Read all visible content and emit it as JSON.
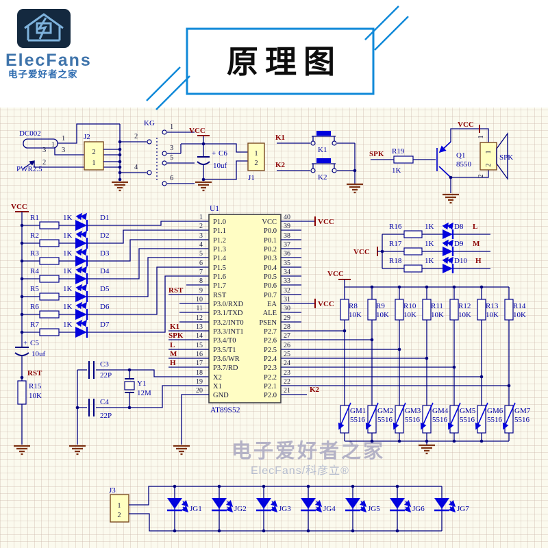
{
  "colors": {
    "wire": "#000080",
    "net_label": "#8B0000",
    "component_text": "#0000A8",
    "led_blue": "#0202dd",
    "part_fill": "#FFFFC0",
    "ground": "#7d3212",
    "banner_blue": "#1089d8"
  },
  "header": {
    "logo": {
      "brand": "ElecFans",
      "subtitle": "电子爱好者之家"
    },
    "banner": {
      "title": "原理图"
    }
  },
  "watermark": {
    "line1": "电子爱好者之家",
    "line2": "ElecFans/科彦立®"
  },
  "power": {
    "jack": {
      "ref": "DC002",
      "type_label": "PWR2.5",
      "inner_pin": "1",
      "wire_pins": [
        "1",
        "3"
      ],
      "contact_pins": [
        "3",
        "2"
      ]
    },
    "j2": {
      "ref": "J2",
      "pins": [
        "2",
        "1"
      ]
    },
    "kg": {
      "ref": "KG",
      "left_pins": [
        "2",
        "4"
      ],
      "right_pins": [
        "1",
        "3",
        "5",
        "6"
      ]
    },
    "vcc_label": "VCC",
    "c6": {
      "plus": "+",
      "ref": "C6",
      "value": "10uf"
    },
    "j1": {
      "ref": "J1",
      "pins": [
        "1",
        "2"
      ]
    }
  },
  "keys": {
    "k1": {
      "net": "K1",
      "ref": "K1"
    },
    "k2": {
      "net": "K2",
      "ref": "K2"
    }
  },
  "driver": {
    "spk_net": "SPK",
    "r19": {
      "ref": "R19",
      "value": "1K"
    },
    "q1": {
      "ref": "Q1",
      "value": "8550"
    },
    "vcc_label": "VCC",
    "speaker": {
      "ref": "SPK",
      "pins": [
        "1",
        "2"
      ]
    }
  },
  "led_bar": {
    "vcc_label": "VCC",
    "rows": [
      {
        "r": "R1",
        "v": "1K",
        "d": "D1"
      },
      {
        "r": "R2",
        "v": "1K",
        "d": "D2"
      },
      {
        "r": "R3",
        "v": "1K",
        "d": "D3"
      },
      {
        "r": "R4",
        "v": "1K",
        "d": "D4"
      },
      {
        "r": "R5",
        "v": "1K",
        "d": "D5"
      },
      {
        "r": "R6",
        "v": "1K",
        "d": "D6"
      },
      {
        "r": "R7",
        "v": "1K",
        "d": "D7"
      }
    ]
  },
  "reset": {
    "c5": {
      "plus": "+",
      "ref": "C5",
      "value": "10uf"
    },
    "net": "RST",
    "r15": {
      "ref": "R15",
      "value": "10K"
    }
  },
  "osc": {
    "c3": {
      "ref": "C3",
      "value": "22P"
    },
    "c4": {
      "ref": "C4",
      "value": "22P"
    },
    "y1": {
      "ref": "Y1",
      "value": "12M"
    }
  },
  "mcu": {
    "ref": "U1",
    "part": "AT89S52",
    "net_labels": {
      "rst": "RST",
      "k1": "K1",
      "spk": "SPK",
      "l": "L",
      "m": "M",
      "h": "H",
      "k2": "K2",
      "vcc": "VCC"
    },
    "left_pins": [
      {
        "n": "1",
        "label": "P1.0"
      },
      {
        "n": "2",
        "label": "P1.1"
      },
      {
        "n": "3",
        "label": "P1.2"
      },
      {
        "n": "4",
        "label": "P1.3"
      },
      {
        "n": "5",
        "label": "P1.4"
      },
      {
        "n": "6",
        "label": "P1.5"
      },
      {
        "n": "7",
        "label": "P1.6"
      },
      {
        "n": "8",
        "label": "P1.7"
      },
      {
        "n": "9",
        "label": "RST"
      },
      {
        "n": "10",
        "label": "P3.0/RXD"
      },
      {
        "n": "11",
        "label": "P3.1/TXD"
      },
      {
        "n": "12",
        "label": "P3.2/INT0"
      },
      {
        "n": "13",
        "label": "P3.3/INT1"
      },
      {
        "n": "14",
        "label": "P3.4/T0"
      },
      {
        "n": "15",
        "label": "P3.5/T1"
      },
      {
        "n": "16",
        "label": "P3.6/WR"
      },
      {
        "n": "17",
        "label": "P3.7/RD"
      },
      {
        "n": "18",
        "label": "X2"
      },
      {
        "n": "19",
        "label": "X1"
      },
      {
        "n": "20",
        "label": "GND"
      }
    ],
    "right_pins": [
      {
        "n": "40",
        "label": "VCC"
      },
      {
        "n": "39",
        "label": "P0.0"
      },
      {
        "n": "38",
        "label": "P0.1"
      },
      {
        "n": "37",
        "label": "P0.2"
      },
      {
        "n": "36",
        "label": "P0.3"
      },
      {
        "n": "35",
        "label": "P0.4"
      },
      {
        "n": "34",
        "label": "P0.5"
      },
      {
        "n": "33",
        "label": "P0.6"
      },
      {
        "n": "32",
        "label": "P0.7"
      },
      {
        "n": "31",
        "label": "EA"
      },
      {
        "n": "30",
        "label": "ALE"
      },
      {
        "n": "29",
        "label": "PSEN"
      },
      {
        "n": "28",
        "label": "P2.7"
      },
      {
        "n": "27",
        "label": "P2.6"
      },
      {
        "n": "26",
        "label": "P2.5"
      },
      {
        "n": "25",
        "label": "P2.4"
      },
      {
        "n": "24",
        "label": "P2.3"
      },
      {
        "n": "23",
        "label": "P2.2"
      },
      {
        "n": "22",
        "label": "P2.1"
      },
      {
        "n": "21",
        "label": "P2.0"
      }
    ]
  },
  "pullups": {
    "vcc_label": "VCC",
    "rows": [
      {
        "r": "R8",
        "v": "10K"
      },
      {
        "r": "R9",
        "v": "10K"
      },
      {
        "r": "R10",
        "v": "10K"
      },
      {
        "r": "R11",
        "v": "10K"
      },
      {
        "r": "R12",
        "v": "10K"
      },
      {
        "r": "R13",
        "v": "10K"
      },
      {
        "r": "R14",
        "v": "10K"
      }
    ]
  },
  "ldrs": [
    {
      "r": "GM1",
      "v": "5516"
    },
    {
      "r": "GM2",
      "v": "5516"
    },
    {
      "r": "GM3",
      "v": "5516"
    },
    {
      "r": "GM4",
      "v": "5516"
    },
    {
      "r": "GM5",
      "v": "5516"
    },
    {
      "r": "GM6",
      "v": "5516"
    },
    {
      "r": "GM7",
      "v": "5516"
    }
  ],
  "indicator_leds": {
    "vcc_label": "VCC",
    "rows": [
      {
        "r": "R16",
        "v": "1K",
        "d": "D8",
        "net": "L"
      },
      {
        "r": "R17",
        "v": "1K",
        "d": "D9",
        "net": "M"
      },
      {
        "r": "R18",
        "v": "1K",
        "d": "D10",
        "net": "H"
      }
    ]
  },
  "strip": {
    "j3": {
      "ref": "J3",
      "pins": [
        "1",
        "2"
      ]
    },
    "leds": [
      "JG1",
      "JG2",
      "JG3",
      "JG4",
      "JG5",
      "JG6",
      "JG7"
    ]
  }
}
